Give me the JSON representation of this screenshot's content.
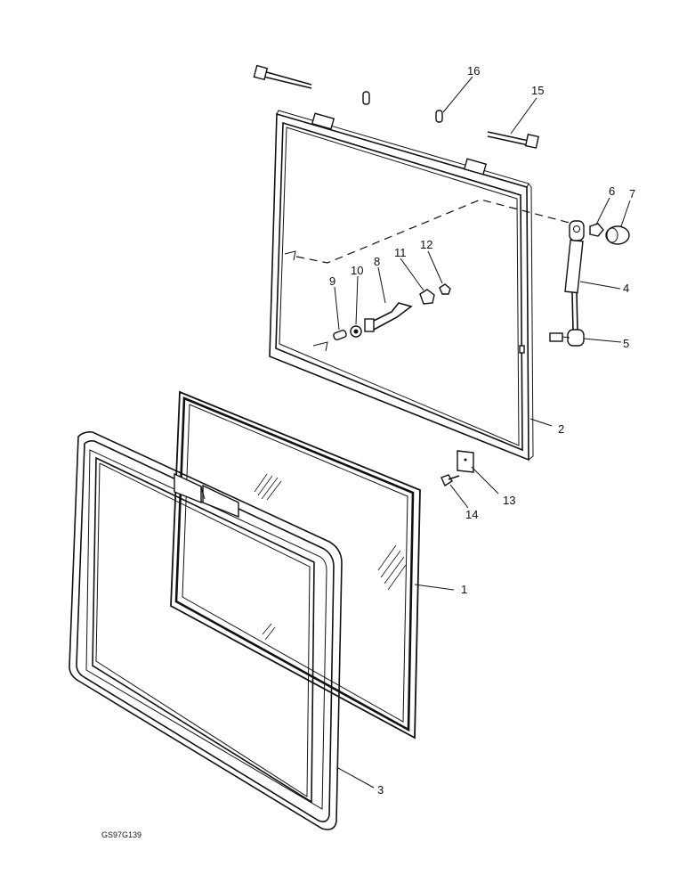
{
  "drawing_code": "GS97G139",
  "callouts": {
    "c1": "1",
    "c2": "2",
    "c3": "3",
    "c4": "4",
    "c5": "5",
    "c6": "6",
    "c7": "7",
    "c8": "8",
    "c9": "9",
    "c10": "10",
    "c11": "11",
    "c12": "12",
    "c13": "13",
    "c14": "14",
    "c15": "15",
    "c16": "16"
  }
}
